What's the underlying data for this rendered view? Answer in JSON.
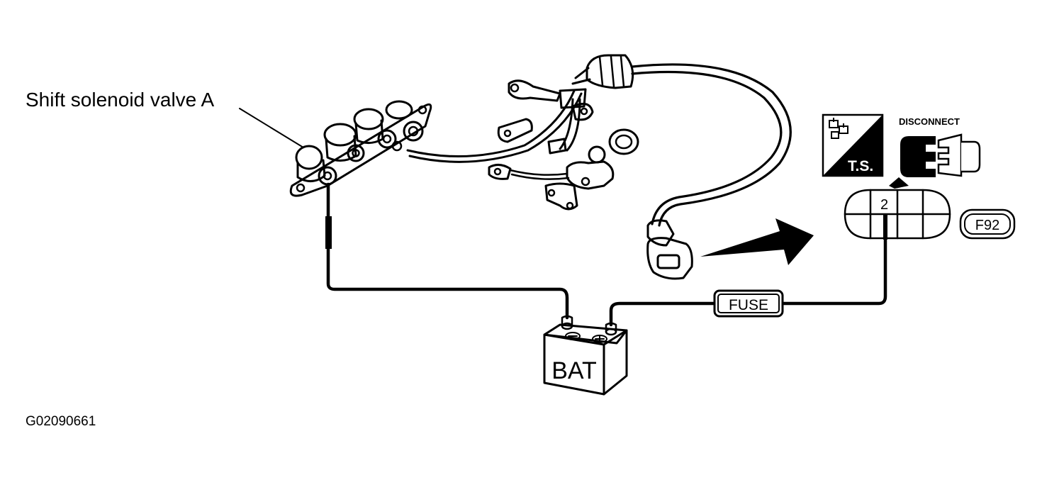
{
  "labels": {
    "component": "Shift solenoid valve A",
    "battery": "BAT",
    "fuse": "FUSE",
    "terminal": "2",
    "connector": "F92",
    "disconnect": "DISCONNECT",
    "tester": "T.S.",
    "figure_id": "G02090661"
  },
  "icons": {
    "tester": "tester-icon",
    "disconnect": "disconnect-connector-icon",
    "battery_minus": "minus-icon",
    "battery_plus": "plus-icon"
  }
}
